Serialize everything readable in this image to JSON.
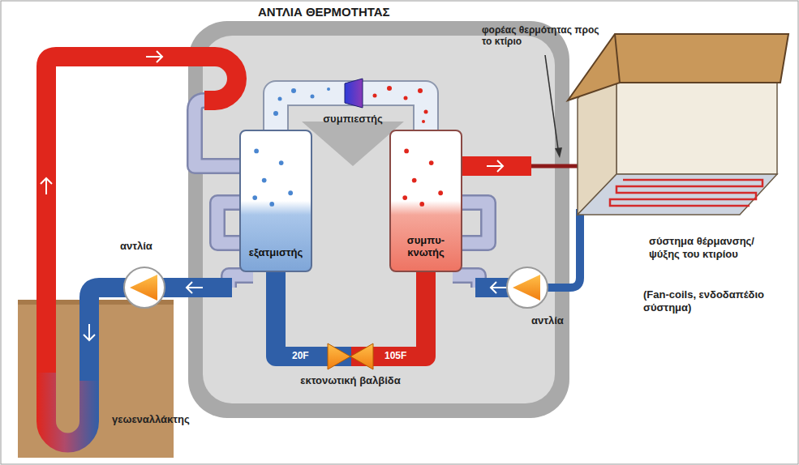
{
  "diagram": {
    "title": "ΑΝΤΛΙΑ ΘΕΡΜΟΤΗΤΑΣ",
    "nodes": [
      {
        "text": [
          "εξατμιστής"
        ]
      },
      {
        "text": [
          "συμπυ- κνωτής"
        ]
      }
    ],
    "edges": [
      {
        "from": 0,
        "to": 1,
        "arrow": "none"
      },
      {
        "from": 1,
        "to": 0,
        "arrow": "none"
      }
    ],
    "labels": [
      "συμπιεστής",
      "φορέας θερμότητας προς το κτίριο",
      "αντλία",
      "20F",
      "105F",
      "εκτονωτική βαλβίδα",
      "αντλία",
      "σύστημα θέρμανσης/ψύξης του κτιρίου",
      "(Fan-coils, ενδοδαπέδιο σύστημα)",
      "γεωεναλλάκτης"
    ]
  }
}
